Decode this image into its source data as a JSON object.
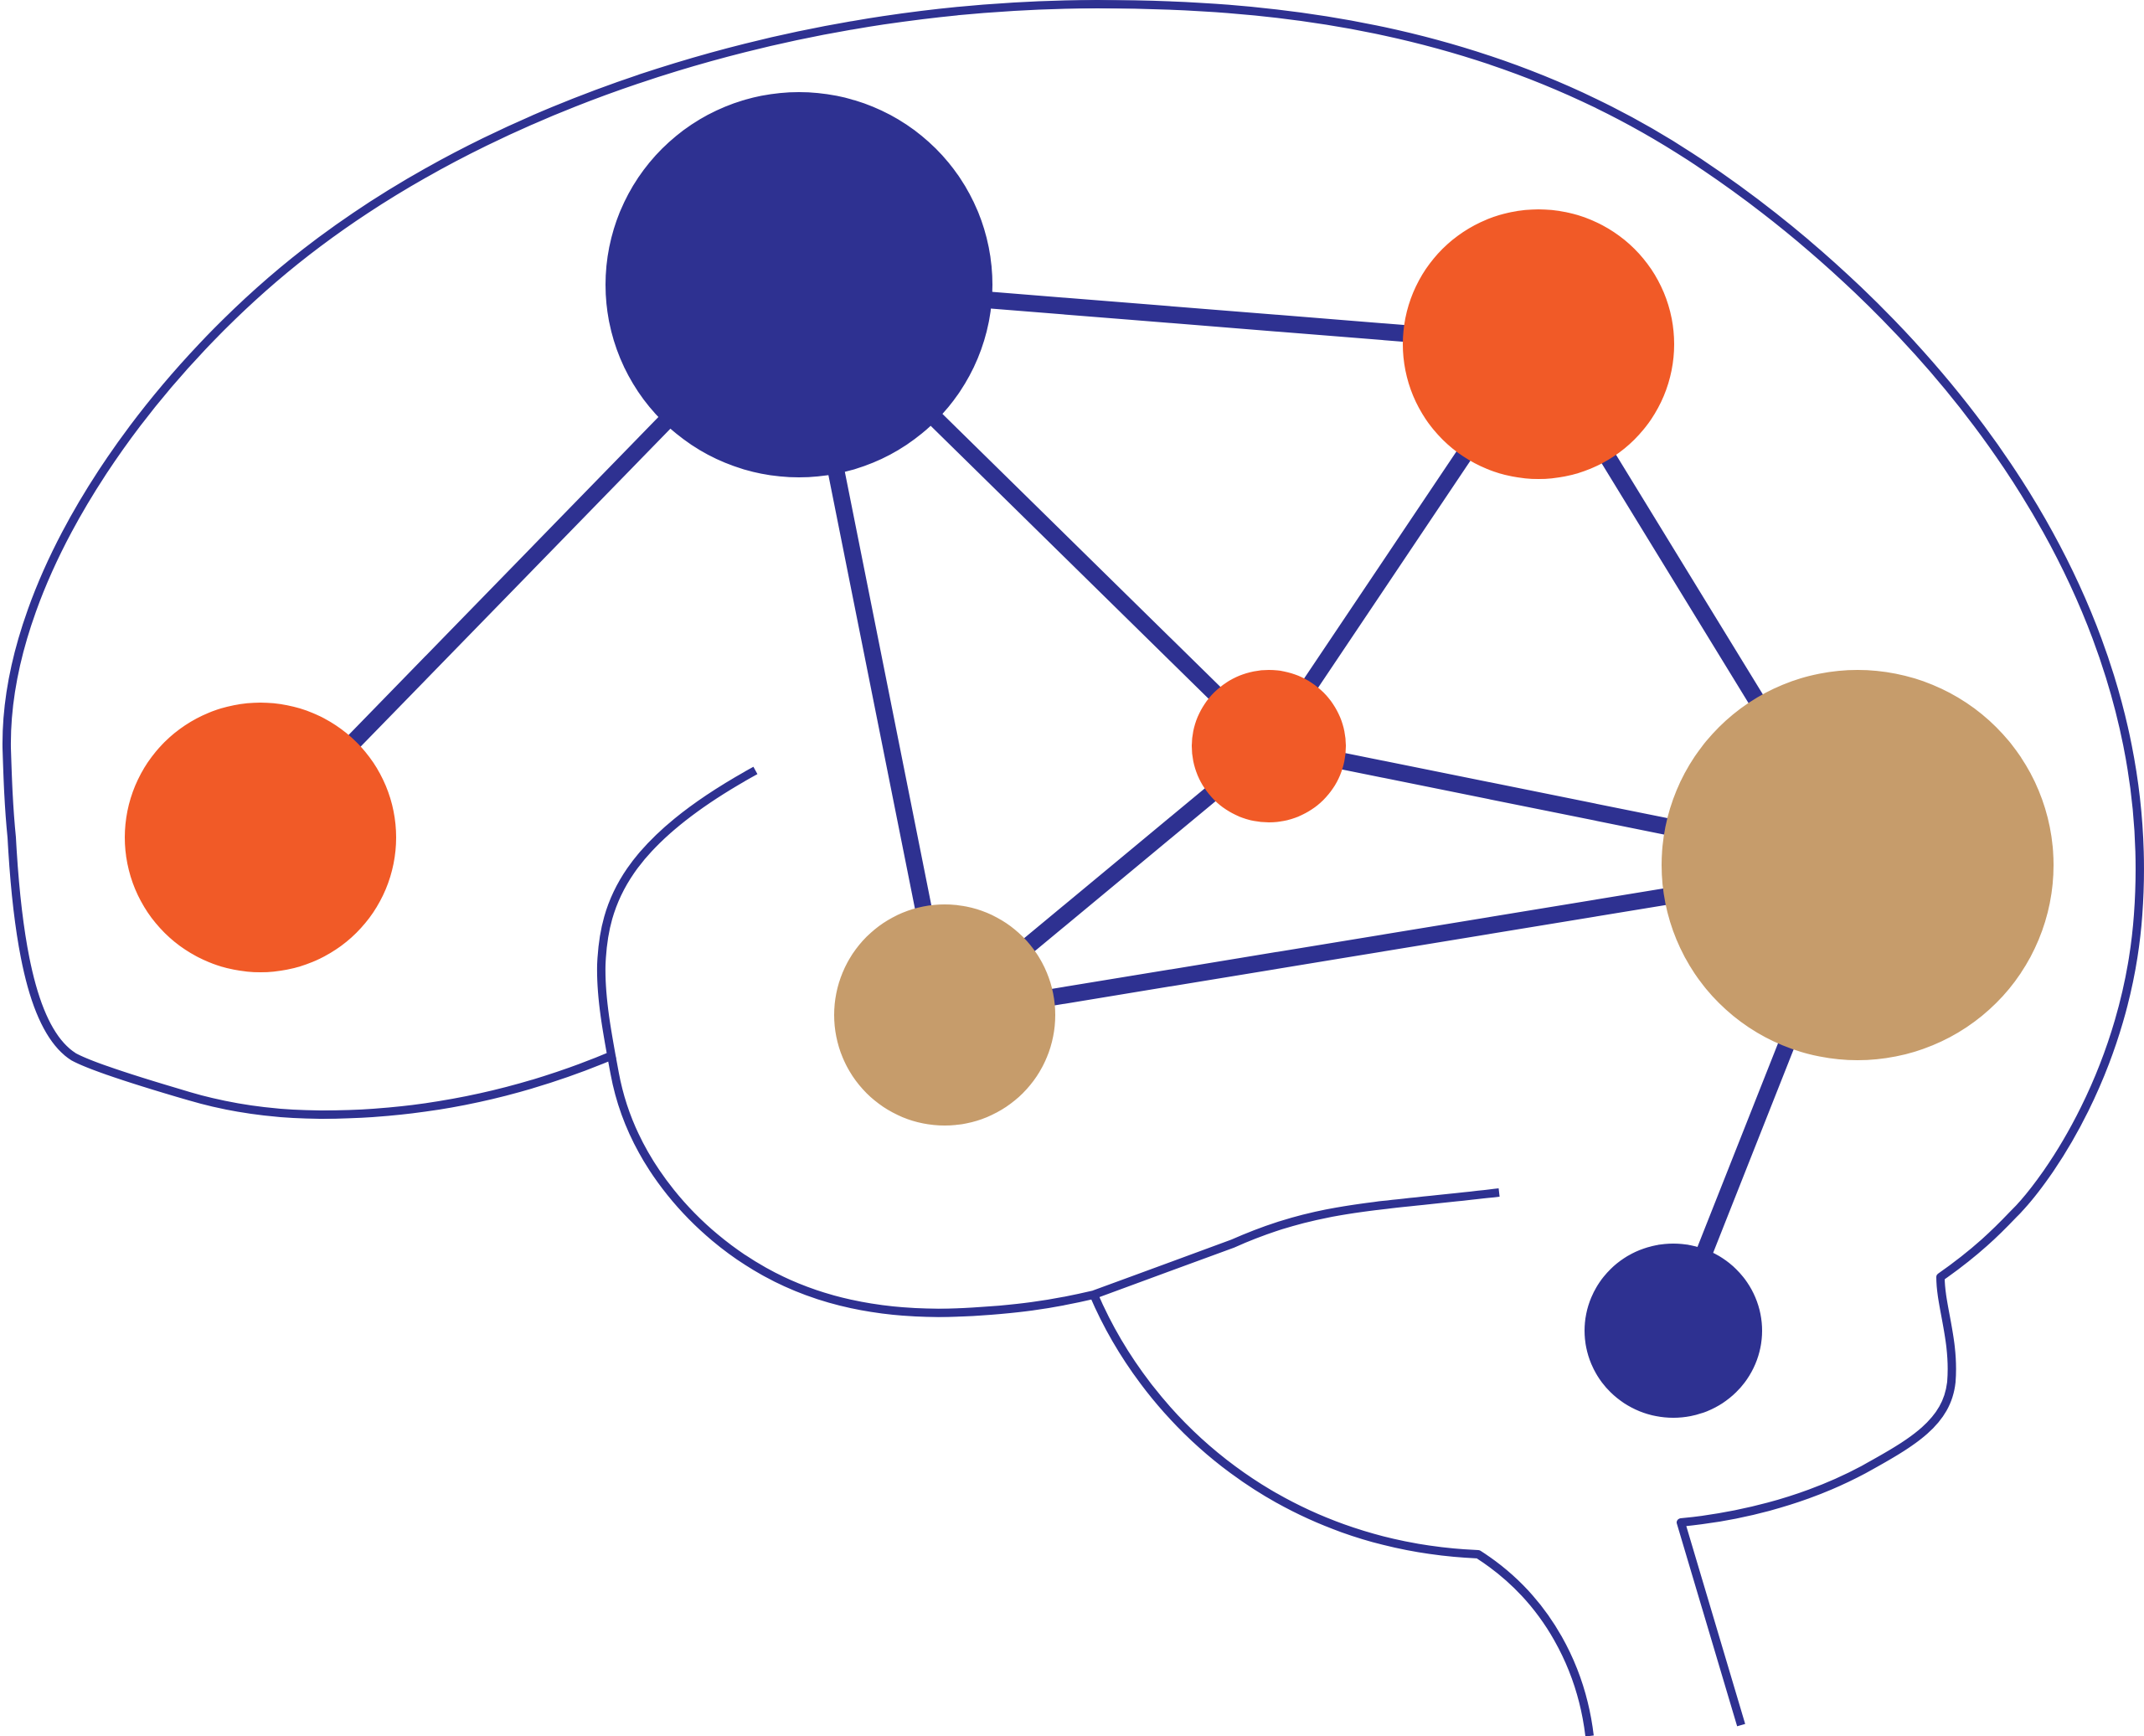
{
  "colors": {
    "outline": "#2e3191",
    "navy": "#2e3191",
    "orange": "#f15a27",
    "tan": "#c69c6b",
    "background": "#ffffff"
  },
  "network": {
    "nodes": [
      {
        "id": "n1",
        "color_key": "navy",
        "size": "large"
      },
      {
        "id": "n2",
        "color_key": "orange",
        "size": "medium"
      },
      {
        "id": "n3",
        "color_key": "orange",
        "size": "medium"
      },
      {
        "id": "n4",
        "color_key": "orange",
        "size": "small"
      },
      {
        "id": "n5",
        "color_key": "tan",
        "size": "medium"
      },
      {
        "id": "n6",
        "color_key": "tan",
        "size": "large"
      },
      {
        "id": "n7",
        "color_key": "navy",
        "size": "small"
      }
    ],
    "edges": [
      [
        "n1",
        "n2"
      ],
      [
        "n1",
        "n3"
      ],
      [
        "n1",
        "n4"
      ],
      [
        "n1",
        "n5"
      ],
      [
        "n2",
        "n4"
      ],
      [
        "n2",
        "n6"
      ],
      [
        "n4",
        "n5"
      ],
      [
        "n4",
        "n6"
      ],
      [
        "n5",
        "n6"
      ],
      [
        "n6",
        "n7"
      ]
    ]
  },
  "icons": {
    "brain_outline": "brain-outline-icon",
    "network": "network-graph-icon"
  }
}
